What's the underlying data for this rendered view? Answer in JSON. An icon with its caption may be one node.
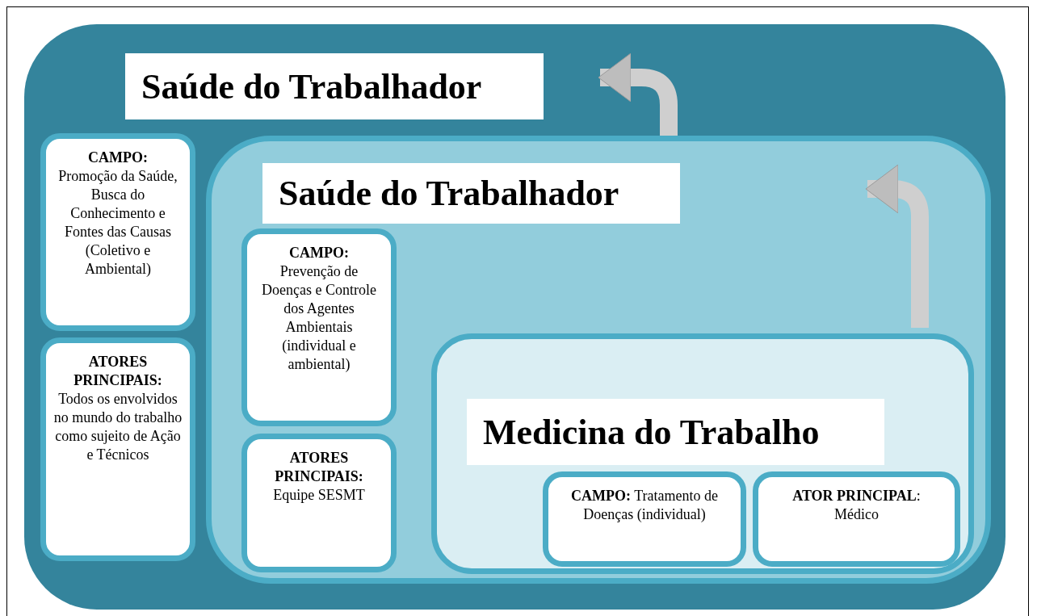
{
  "diagram": {
    "nodes": [
      {
        "text": [
          "Saúde do Trabalhador"
        ]
      },
      {
        "text": [
          "CAMPO:",
          "Promoção da Saúde, Busca do Conhecimento e Fontes das Causas (Coletivo e Ambiental)"
        ],
        "in": 0
      },
      {
        "text": [
          "ATORES PRINCIPAIS:",
          "Todos os envolvidos no mundo do trabalho como sujeito de Ação e Técnicos"
        ],
        "in": 0
      },
      {
        "text": [
          "Saúde do Trabalhador"
        ],
        "in": 0
      },
      {
        "text": [
          "CAMPO:",
          "Prevenção de Doenças e Controle dos Agentes Ambientais (individual e ambiental)"
        ],
        "in": 3
      },
      {
        "text": [
          "ATORES PRINCIPAIS:",
          "Equipe SESMT"
        ],
        "in": 3
      },
      {
        "text": [
          "Medicina do Trabalho"
        ],
        "in": 3
      },
      {
        "text": [
          "**CAMPO:** Tratamento de Doenças (individual)"
        ],
        "in": 6
      },
      {
        "text": [
          "**ATOR PRINCIPAL**:",
          "Médico"
        ],
        "in": 6
      }
    ],
    "edges": [
      {
        "from": 6,
        "to": 3,
        "arrow": "to"
      },
      {
        "from": 3,
        "to": 0,
        "arrow": "to"
      }
    ]
  }
}
